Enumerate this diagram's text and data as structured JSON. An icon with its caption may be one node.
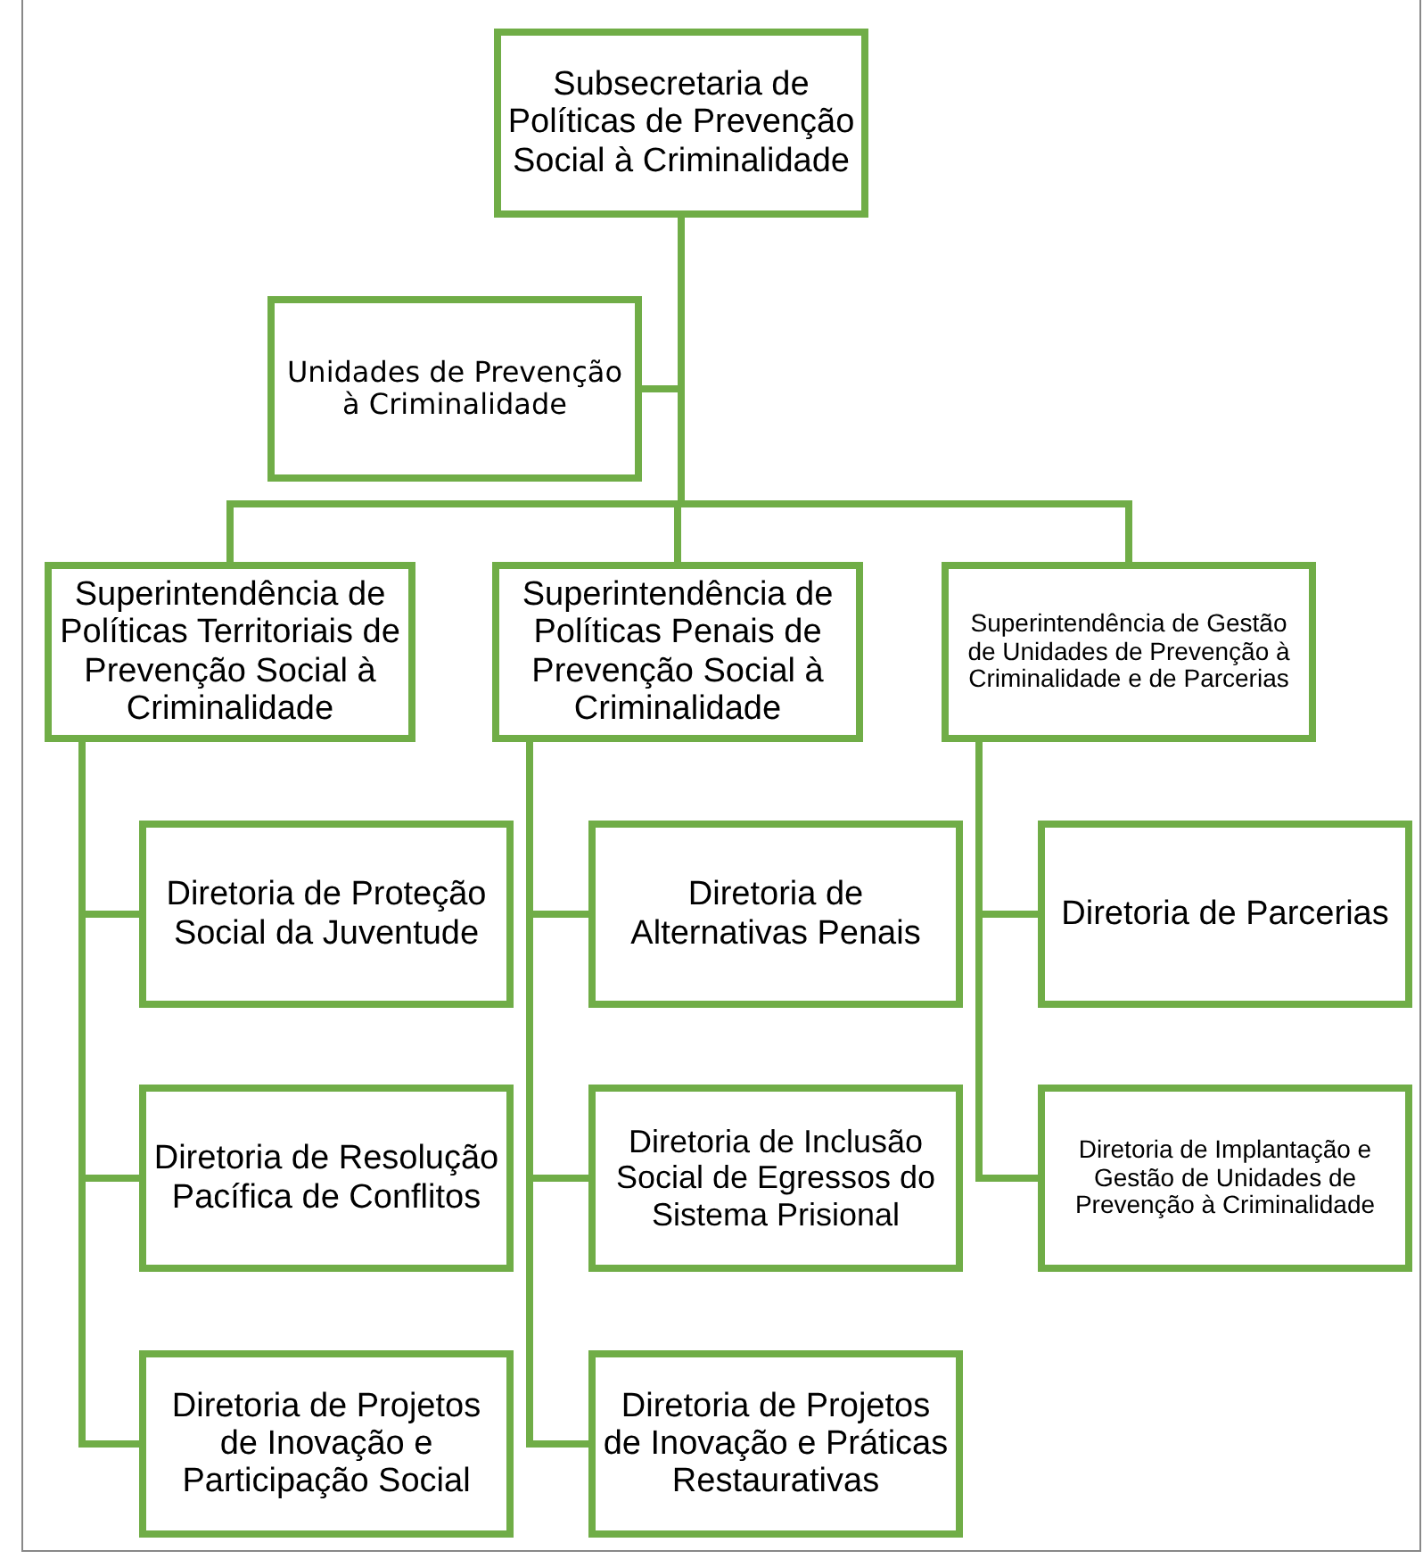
{
  "diagram": {
    "nodes": [
      {
        "text": [
          "Subsecretaria de Políticas de Prevenção Social à Criminalidade"
        ]
      },
      {
        "text": [
          "Unidades de Prevenção à Criminalidade"
        ]
      },
      {
        "text": [
          "Superintendência de Políticas Territoriais de Prevenção Social à Criminalidade"
        ]
      },
      {
        "text": [
          "Superintendência de Políticas Penais de Prevenção Social à Criminalidade"
        ]
      },
      {
        "text": [
          "Superintendência de Gestão de Unidades de Prevenção à Criminalidade e de Parcerias"
        ]
      },
      {
        "text": [
          "Diretoria de Proteção Social da Juventude"
        ]
      },
      {
        "text": [
          "Diretoria de Resolução Pacífica de Conflitos"
        ]
      },
      {
        "text": [
          "Diretoria de Projetos de Inovação e Participação Social"
        ]
      },
      {
        "text": [
          "Diretoria de Alternativas Penais"
        ]
      },
      {
        "text": [
          "Diretoria de Inclusão Social de Egressos do Sistema Prisional"
        ]
      },
      {
        "text": [
          "Diretoria de Projetos de Inovação e Práticas Restaurativas"
        ]
      },
      {
        "text": [
          "Diretoria de Parcerias"
        ]
      },
      {
        "text": [
          "Diretoria de Implantação e Gestão de Unidades de Prevenção à Criminalidade"
        ]
      }
    ],
    "edges": [
      {
        "from": 0,
        "to": 1,
        "arrow": "none"
      },
      {
        "from": 0,
        "to": 2,
        "arrow": "none"
      },
      {
        "from": 0,
        "to": 3,
        "arrow": "none"
      },
      {
        "from": 0,
        "to": 4,
        "arrow": "none"
      },
      {
        "from": 2,
        "to": 5,
        "arrow": "none"
      },
      {
        "from": 2,
        "to": 6,
        "arrow": "none"
      },
      {
        "from": 2,
        "to": 7,
        "arrow": "none"
      },
      {
        "from": 3,
        "to": 8,
        "arrow": "none"
      },
      {
        "from": 3,
        "to": 9,
        "arrow": "none"
      },
      {
        "from": 3,
        "to": 10,
        "arrow": "none"
      },
      {
        "from": 4,
        "to": 11,
        "arrow": "none"
      },
      {
        "from": 4,
        "to": 12,
        "arrow": "none"
      }
    ]
  }
}
